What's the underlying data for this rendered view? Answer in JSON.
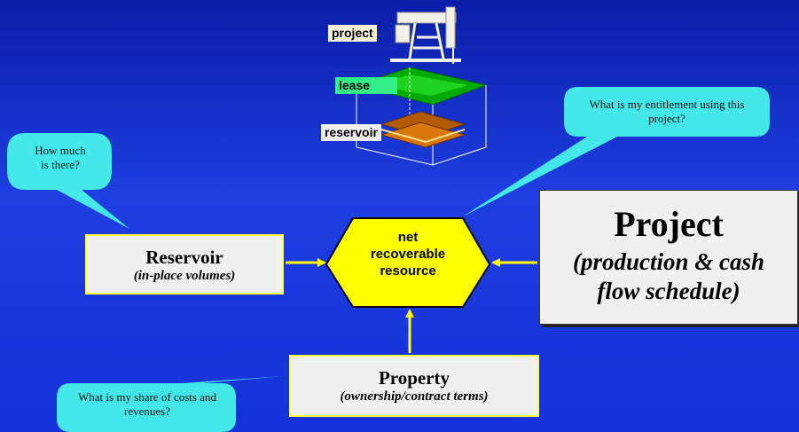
{
  "icon_labels": {
    "project": "project",
    "lease": "lease",
    "reservoir": "reservoir"
  },
  "callouts": {
    "how_much": "How much is there?",
    "entitlement": "What is my entitlement using this project?",
    "share": "What is my share of costs and revenues?"
  },
  "center": {
    "text": "net recoverable resource"
  },
  "boxes": {
    "reservoir": {
      "title": "Reservoir",
      "subtitle": "(in-place volumes)"
    },
    "property": {
      "title": "Property",
      "subtitle": "(ownership/contract terms)"
    },
    "project": {
      "title": "Project",
      "subtitle": "(production & cash flow schedule)"
    }
  },
  "colors": {
    "background": "#1432d8",
    "callout": "#44e8e8",
    "hexagon": "#ffff00",
    "box_fill": "#f0f0f0",
    "box_border": "#ffff33",
    "arrow": "#ffff00",
    "lease_label": "#33ee88",
    "lease_top": "#00aa00",
    "reservoir_layer": "#b35a00"
  }
}
